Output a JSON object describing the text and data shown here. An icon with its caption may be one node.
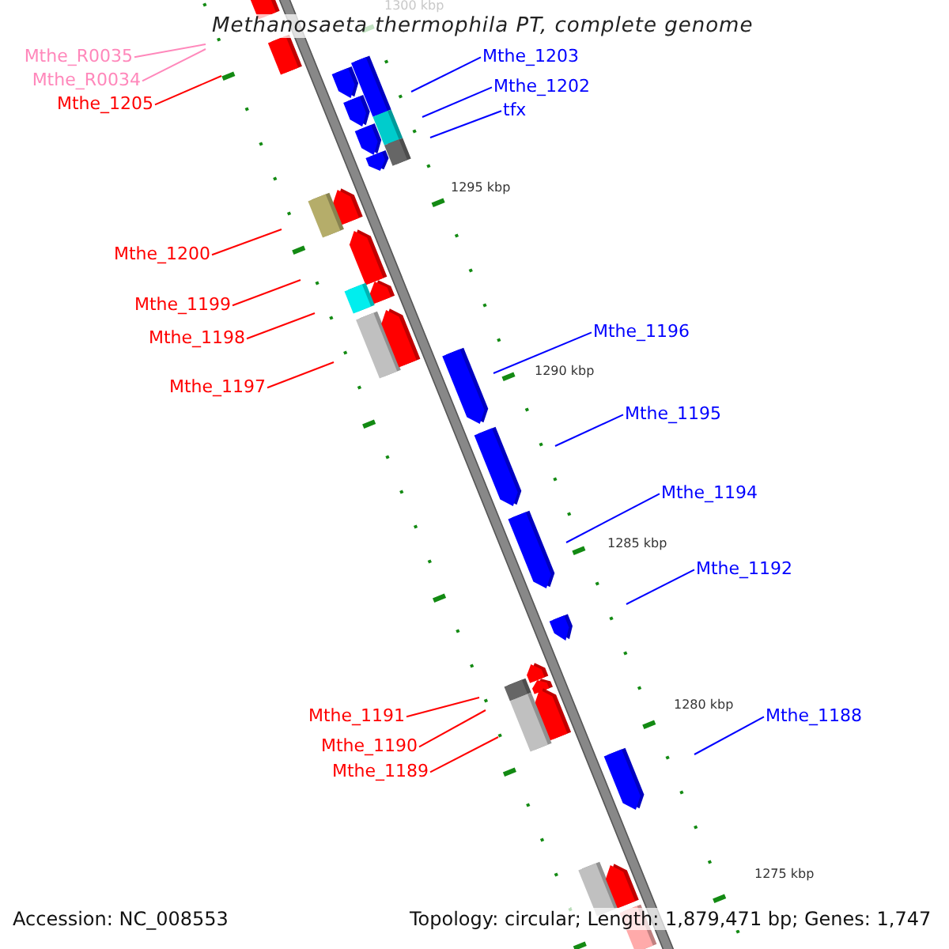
{
  "diagram": {
    "title": "Methanosaeta thermophila PT, complete genome",
    "nodes": [
      {
        "text": [
          "Mthe_R0035"
        ]
      },
      {
        "text": [
          "Mthe_1203"
        ]
      },
      {
        "text": [
          "Mthe_R0034"
        ]
      },
      {
        "text": [
          "Mthe_1202"
        ]
      },
      {
        "text": [
          "Mthe_1205"
        ]
      },
      {
        "text": [
          "tfx"
        ]
      },
      {
        "text": [
          "Mthe_1200"
        ]
      },
      {
        "text": [
          "Mthe_1199"
        ]
      },
      {
        "text": [
          "Mthe_1196"
        ]
      },
      {
        "text": [
          "Mthe_1198"
        ]
      },
      {
        "text": [
          "Mthe_1197"
        ]
      },
      {
        "text": [
          "Mthe_1195"
        ]
      },
      {
        "text": [
          "Mthe_1194"
        ]
      },
      {
        "text": [
          "Mthe_1192"
        ]
      },
      {
        "text": [
          "Mthe_1191"
        ]
      },
      {
        "text": [
          "Mthe_1188"
        ]
      },
      {
        "text": [
          "Mthe_1190"
        ]
      },
      {
        "text": [
          "Mthe_1189"
        ]
      }
    ],
    "edges": [
      {
        "from": 0,
        "to": null,
        "arrow": "none",
        "color": "#ff88bb"
      },
      {
        "from": 1,
        "to": null,
        "arrow": "none",
        "color": "#0000ff"
      },
      {
        "from": 2,
        "to": null,
        "arrow": "none",
        "color": "#ff88bb"
      },
      {
        "from": 3,
        "to": null,
        "arrow": "none",
        "color": "#0000ff"
      },
      {
        "from": 4,
        "to": null,
        "arrow": "none",
        "color": "#ff0000"
      },
      {
        "from": 5,
        "to": null,
        "arrow": "none",
        "color": "#0000ff"
      },
      {
        "from": 6,
        "to": null,
        "arrow": "none",
        "color": "#ff0000"
      },
      {
        "from": 7,
        "to": null,
        "arrow": "none",
        "color": "#ff0000"
      },
      {
        "from": 8,
        "to": null,
        "arrow": "none",
        "color": "#0000ff"
      },
      {
        "from": 9,
        "to": null,
        "arrow": "none",
        "color": "#ff0000"
      },
      {
        "from": 10,
        "to": null,
        "arrow": "none",
        "color": "#ff0000"
      },
      {
        "from": 11,
        "to": null,
        "arrow": "none",
        "color": "#0000ff"
      },
      {
        "from": 12,
        "to": null,
        "arrow": "none",
        "color": "#0000ff"
      },
      {
        "from": 13,
        "to": null,
        "arrow": "none",
        "color": "#0000ff"
      },
      {
        "from": 14,
        "to": null,
        "arrow": "none",
        "color": "#ff0000"
      },
      {
        "from": 15,
        "to": null,
        "arrow": "none",
        "color": "#0000ff"
      },
      {
        "from": 16,
        "to": null,
        "arrow": "none",
        "color": "#ff0000"
      },
      {
        "from": 17,
        "to": null,
        "arrow": "none",
        "color": "#ff0000"
      }
    ],
    "labels": [
      "1300 kbp",
      "1295 kbp",
      "1290 kbp",
      "1285 kbp",
      "1280 kbp",
      "1275 kbp",
      "Accession: NC_008553",
      "Topology: circular; Length: 1,879,471 bp; Genes: 1,747"
    ]
  }
}
